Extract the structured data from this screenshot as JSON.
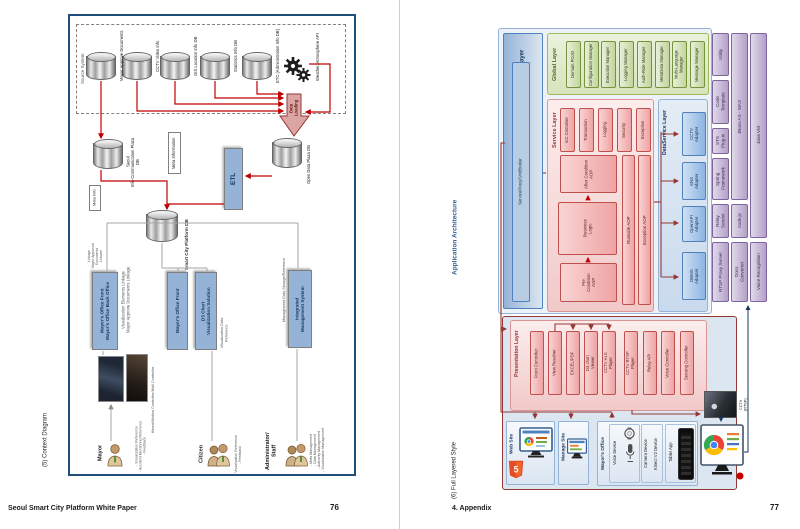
{
  "colors": {
    "connector_red": "#c00000",
    "connector_maroon": "#953735",
    "steel_blue": "#95b3d7",
    "layer_green": "#c3d69b",
    "layer_pink": "#efa3a3",
    "layer_purple": "#b2a1c7",
    "panel_blue": "#dce6f1",
    "html5_orange": "#e44d26"
  },
  "icons": {
    "database": "cylinder",
    "gears": "gear",
    "actor": "person-silhouette",
    "monitor": "monitor",
    "html5": "html5-shield",
    "html5_text": "5",
    "chrome": "chrome-ball",
    "microphone": "mic",
    "watch": "round-device",
    "tablet": "tablet",
    "cctv": "camera-photo",
    "block_arrow": "down-block-arrow"
  },
  "left": {
    "side_label": "(5) Context Diagram",
    "footer_title": "Seoul Smart City Platform White Paper",
    "footer_page": "76",
    "source": {
      "label": "Source System",
      "dbs": [
        "Mayor Approve Documents",
        "CCTV Video Info",
        "GIS Location Info DB",
        "Statistics Info DB",
        "ETC (Administration Info DB)"
      ],
      "api": "Weather, Atmosphere API"
    },
    "loading": "Data Loading",
    "seoul_db": "Seoul\nInfo-Communication Plaza\nDB",
    "meta_information": "Meta Information",
    "etl": "ETL",
    "open_db": "Open Data Plaza DB",
    "meta_info": "Meta Info",
    "platform_db": "Smart City Platform DB",
    "sys": [
      {
        "label": "Mayor's Office Front\nMayor's Office Back Office"
      },
      {
        "label": "Mayor's Office Front"
      },
      {
        "label": "D3 Chart\nVisualization Solution"
      },
      {
        "label": "Integrated\nManagement System"
      }
    ],
    "ann": {
      "top_linkage": "· Visualization Linkage\n· Mayor Approved\n  Documents Linkage",
      "linkage": "Visualization Elements Linkage\nMayor Approve Documents Linkage",
      "vis_data": "Visualization Data\nReference",
      "mgmt": "Management Data Storage/Reference",
      "kinect": "Kinect/Motion Controller/Wall Controller"
    },
    "actors": [
      {
        "name": "Mayor",
        "notes": "- Visualization Reference\n- Accident Monitoring Reference\n- Feedback"
      },
      {
        "name": "Citizen",
        "notes": "- Visualization Reference\n- Feedback"
      },
      {
        "name": "Administrator/\nStaff",
        "notes": "- Meta Management\n- Data Management\n- Authority Management\n- Visualization Management"
      }
    ]
  },
  "right": {
    "side_label": "Application Architecture",
    "caption": "(6) Full Layered Style",
    "footer_section": "4. Appendix",
    "footer_page": "77",
    "facade": {
      "label": "Façade Layer",
      "bar": "ServiceProxy/UnitBroker"
    },
    "global": {
      "label": "Global Layer",
      "items": [
        "Domain POJO",
        "Configuration Manager",
        "Execution Manager",
        "Logging Manager",
        "Auth-Role Manager",
        "MetaData Manager",
        "Multi-Language Manager",
        "Message Manager"
      ]
    },
    "service": {
      "label": "Service Layer",
      "top": [
        "IoC Container",
        "Transaction",
        "Logging",
        "Security",
        "Exception"
      ],
      "flow": [
        "After Condition\nAOP",
        "Business\nLogic",
        "Pre\nCondition\nAOP"
      ],
      "bars": [
        "Runtacle AOP",
        "Exception AOP"
      ]
    },
    "dataservice": {
      "label": "DataService Layer",
      "items": [
        "CCTV\nAdapter",
        "SNS\nAdapter",
        "OpenAPI\nAdapter",
        "DBMS\nAdapter"
      ]
    },
    "infra": {
      "col1": [
        "Utility",
        "Code\nTemplate",
        "STS\nPlug-in",
        "Spring\nFramework",
        "Relay\nServlet",
        "RTSP Proxy Server"
      ],
      "col2": [
        "JBoss AS - WAS",
        "node.js",
        "Docs\nConverter"
      ],
      "col3": [
        "Java VM",
        "Voice Recognition"
      ]
    },
    "presentation": {
      "label": "Presentation Layer",
      "items": [
        "Front Controller",
        "View Resolver",
        "EXCEL/PDF",
        "D3 chart\nViewer",
        "CCTV HLS\nPlayer",
        "CCTV RTSP\nPlayer",
        "Relay API",
        "Voice Controller",
        "Sensing Controller"
      ]
    },
    "devices": {
      "web": "Web Site",
      "manage": "Manage Site",
      "mayors": "Mayor's Office",
      "voice": "Voice Device",
      "camera": "Camera Device",
      "kinect": "Kinect V2 Device",
      "tablet": "Tablet App",
      "cctv": "CCTV\n(RTSP)"
    }
  }
}
